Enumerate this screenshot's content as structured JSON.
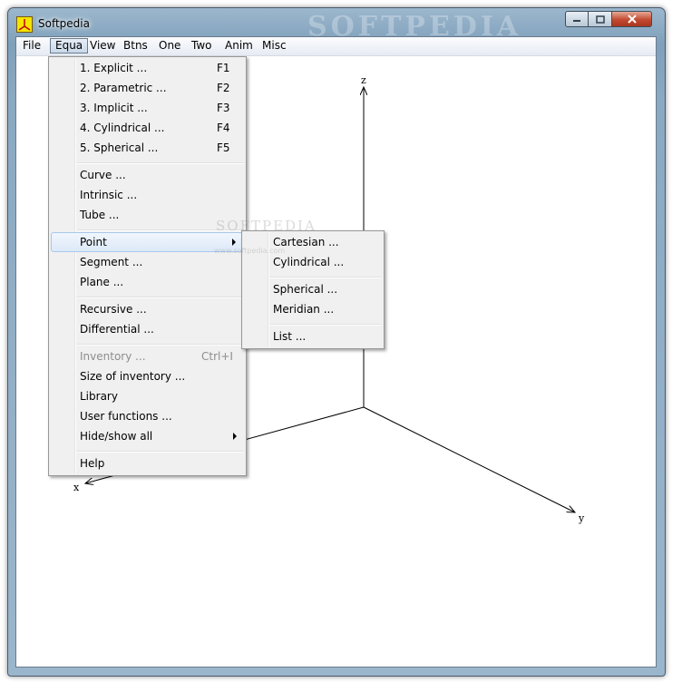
{
  "window": {
    "title": "Softpedia",
    "watermark": "SOFTPEDIA"
  },
  "menubar": {
    "items": [
      "File",
      "Equa",
      "View",
      "Btns",
      "One",
      "Two",
      "Anim",
      "Misc"
    ],
    "active": "Equa"
  },
  "equa_menu": {
    "items": [
      {
        "label": "1. Explicit ...",
        "shortcut": "F1"
      },
      {
        "label": "2. Parametric ...",
        "shortcut": "F2"
      },
      {
        "label": "3. Implicit ...",
        "shortcut": "F3"
      },
      {
        "label": "4. Cylindrical ...",
        "shortcut": "F4"
      },
      {
        "label": "5. Spherical ...",
        "shortcut": "F5"
      },
      {
        "label": "Curve ..."
      },
      {
        "label": "Intrinsic ..."
      },
      {
        "label": "Tube ..."
      },
      {
        "label": "Point",
        "submenu": true,
        "highlighted": true
      },
      {
        "label": "Segment ..."
      },
      {
        "label": "Plane ..."
      },
      {
        "label": "Recursive ..."
      },
      {
        "label": "Differential ..."
      },
      {
        "label": "Inventory ...",
        "shortcut": "Ctrl+I",
        "disabled": true
      },
      {
        "label": "Size of inventory ..."
      },
      {
        "label": "Library"
      },
      {
        "label": "User functions ..."
      },
      {
        "label": "Hide/show all",
        "submenu": true
      },
      {
        "label": "Help"
      }
    ]
  },
  "point_submenu": {
    "items": [
      "Cartesian ...",
      "Cylindrical ...",
      "Spherical ...",
      "Meridian ...",
      "List ..."
    ]
  },
  "axes": {
    "x_label": "x",
    "y_label": "y",
    "z_label": "z"
  },
  "overlay": {
    "watermark": "SOFTPEDIA",
    "watermark_sub": "www.softpedia.com"
  },
  "colors": {
    "menu_highlight": "#dce9f8",
    "close_button": "#c24a30"
  }
}
